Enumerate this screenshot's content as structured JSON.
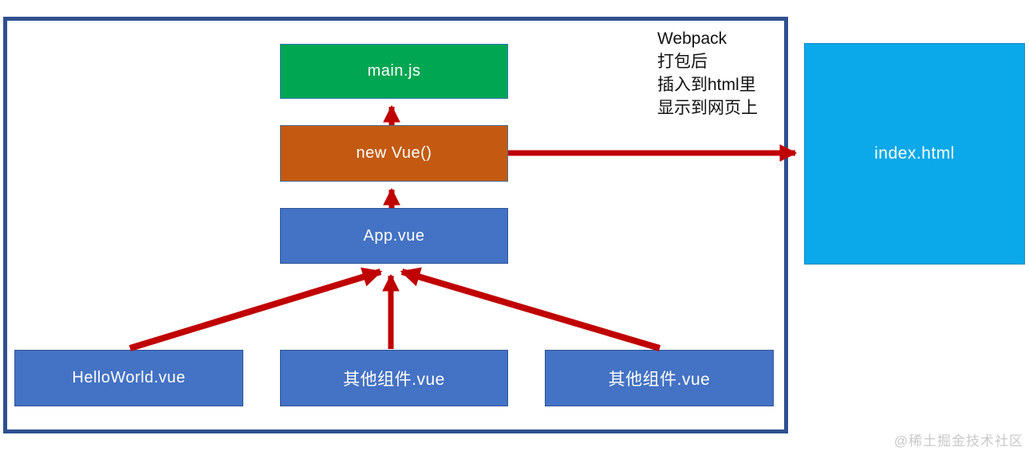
{
  "diagram": {
    "border_color": "#2F5090",
    "arrow_color": "#C00000",
    "nodes": {
      "main_js": {
        "label": "main.js",
        "color": "#00A651"
      },
      "new_vue": {
        "label": "new Vue()",
        "color": "#C45A11"
      },
      "app_vue": {
        "label": "App.vue",
        "color": "#4472C4"
      },
      "hello_world": {
        "label": "HelloWorld.vue",
        "color": "#4472C4"
      },
      "other_component_mid": {
        "label": "其他组件.vue",
        "color": "#4472C4"
      },
      "other_component_right": {
        "label": "其他组件.vue",
        "color": "#4472C4"
      },
      "index_html": {
        "label": "index.html",
        "color": "#0BA9E9"
      }
    },
    "annotation_lines": [
      "Webpack",
      "打包后",
      "插入到html里",
      "显示到网页上"
    ],
    "arrows": [
      {
        "from": "new_vue",
        "to": "main_js"
      },
      {
        "from": "app_vue",
        "to": "new_vue"
      },
      {
        "from": "hello_world",
        "to": "app_vue"
      },
      {
        "from": "other_component_mid",
        "to": "app_vue"
      },
      {
        "from": "other_component_right",
        "to": "app_vue"
      },
      {
        "from": "new_vue",
        "to": "index_html"
      }
    ]
  },
  "watermark": "@稀土掘金技术社区"
}
